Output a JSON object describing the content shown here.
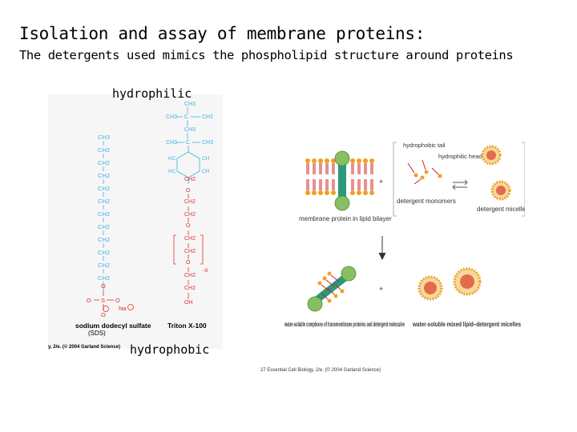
{
  "slide": {
    "title": "Isolation and assay of membrane proteins:",
    "subtitle": "The detergents used mimics the phospholipid structure around proteins",
    "label_top": "hydrophilic",
    "label_bottom": "hydrophobic"
  },
  "figure_left": {
    "sds_name": "sodium dodecyl sulfate",
    "sds_abbrev": "(SDS)",
    "triton_name": "Triton X-100",
    "credit": "y, 2/e. (© 2004 Garland Science)",
    "sds_chain": [
      "CH3",
      "CH2",
      "CH2",
      "CH2",
      "CH2",
      "CH2",
      "CH2",
      "CH2",
      "CH2",
      "CH2",
      "CH2",
      "CH2"
    ],
    "triton_chain": [
      "CH2",
      "O",
      "CH2",
      "CH2",
      "O",
      "CH2",
      "CH2",
      "O",
      "CH2",
      "CH2",
      "OH"
    ],
    "triton_top": [
      "CH3",
      "CH3",
      "CH2",
      "CH3",
      "CH3"
    ],
    "ring_atoms": [
      "HC",
      "CH",
      "HC",
      "CH"
    ],
    "sulfate": [
      "O",
      "S",
      "O",
      "O",
      "O",
      "Na"
    ],
    "repeat_count": "~8"
  },
  "figure_right": {
    "hydrophobic_tail": "hydrophobic tail",
    "hydrophilic_head": "hydrophilic head",
    "membrane_protein": "membrane protein in lipid bilayer",
    "detergent_monomers": "detergent monomers",
    "detergent_micelles": "detergent micelles",
    "complexes": "water-soluble complexes of transmembrane proteins and detergent molecules",
    "mixed_micelles": "water-soluble mixed lipid–detergent micelles",
    "plus": "+",
    "credit": "27 Essential Cell Biology, 2/e. (© 2004 Garland Science)",
    "colors": {
      "head": "#f0a020",
      "tail": "#d02020",
      "protein": "#86c062",
      "helix": "#2a9a7a"
    }
  }
}
